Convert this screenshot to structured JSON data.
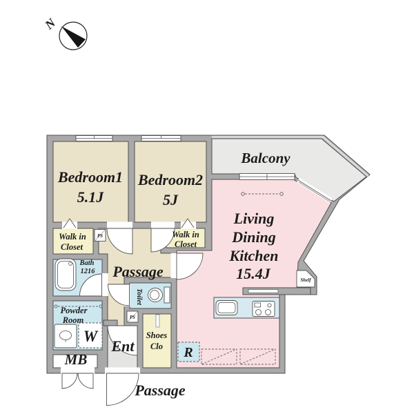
{
  "compass": {
    "north": "N"
  },
  "rooms": {
    "bedroom1": {
      "name": "Bedroom1",
      "size": "5.1J"
    },
    "bedroom2": {
      "name": "Bedroom2",
      "size": "5J"
    },
    "balcony": {
      "name": "Balcony"
    },
    "ldk": {
      "line1": "Living",
      "line2": "Dining",
      "line3": "Kitchen",
      "size": "15.4J"
    },
    "walk_in_closet_1": {
      "line1": "Walk in",
      "line2": "Closet"
    },
    "walk_in_closet_2": {
      "line1": "Walk in",
      "line2": "Closet"
    },
    "bath": {
      "name": "Bath",
      "size": "1216"
    },
    "passage": {
      "name": "Passage"
    },
    "toilet": {
      "name": "Toilet"
    },
    "powder_room": {
      "line1": "Powder",
      "line2": "Room"
    },
    "entrance": {
      "name": "Ent"
    },
    "shoes_closet": {
      "line1": "Shoes",
      "line2": "Clo"
    },
    "outside_passage": {
      "name": "Passage"
    }
  },
  "labels": {
    "washer": "W",
    "meter_box": "MB",
    "refrigerator": "R",
    "shelf": "Shelf",
    "pipe_space_1": "PS",
    "pipe_space_2": "PS"
  },
  "colors": {
    "wall": "#a9a9a9",
    "outline": "#4f4f4f",
    "bedroom": "#ebe2ca",
    "closet": "#f6f1cd",
    "wet_area": "#cde7ef",
    "counter": "#d7eaf1",
    "ldk": "#fadfe2",
    "balcony": "#e9e9e8",
    "entrance": "#e4e4e2",
    "white": "#ffffff",
    "text": "#1b1b1b"
  }
}
